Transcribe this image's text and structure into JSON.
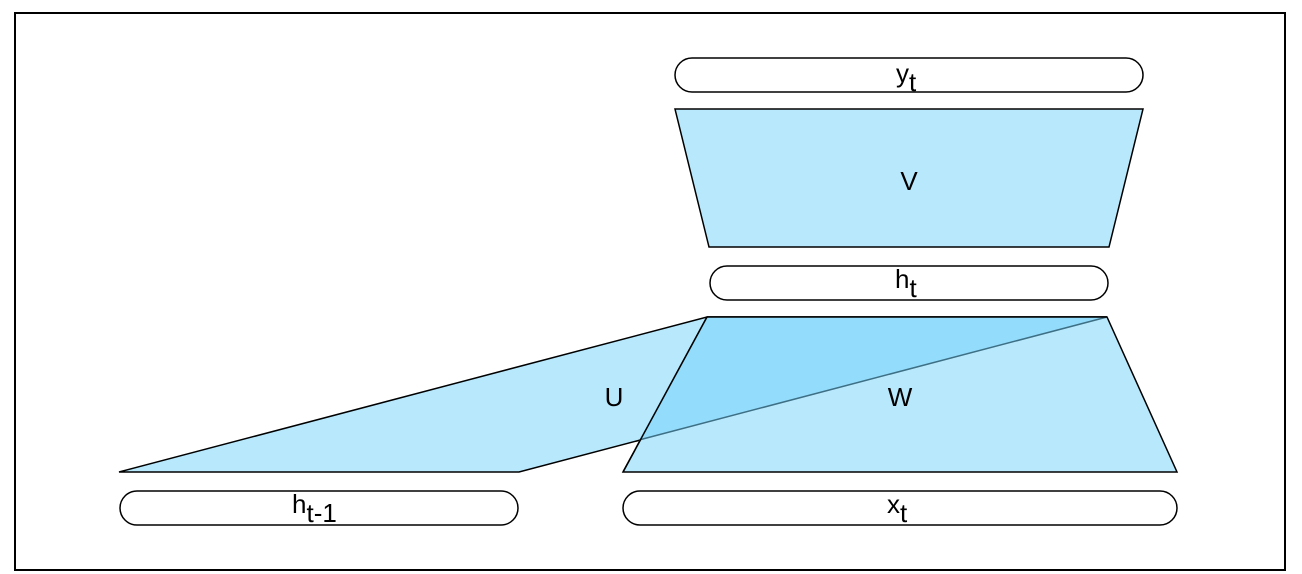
{
  "colors": {
    "layer_fill": "#b8e8fc",
    "overlap_fill": "#93dcfb",
    "stroke": "#000000",
    "overlap_edge": "#3d6f85",
    "background": "#ffffff"
  },
  "labels": {
    "output": {
      "main": "y",
      "sub": "t"
    },
    "hidden": {
      "main": "h",
      "sub": "t"
    },
    "prev_hidden": {
      "main": "h",
      "sub": "t-1"
    },
    "input": {
      "main": "x",
      "sub": "t"
    },
    "weight_v": "V",
    "weight_u": "U",
    "weight_w": "W"
  }
}
